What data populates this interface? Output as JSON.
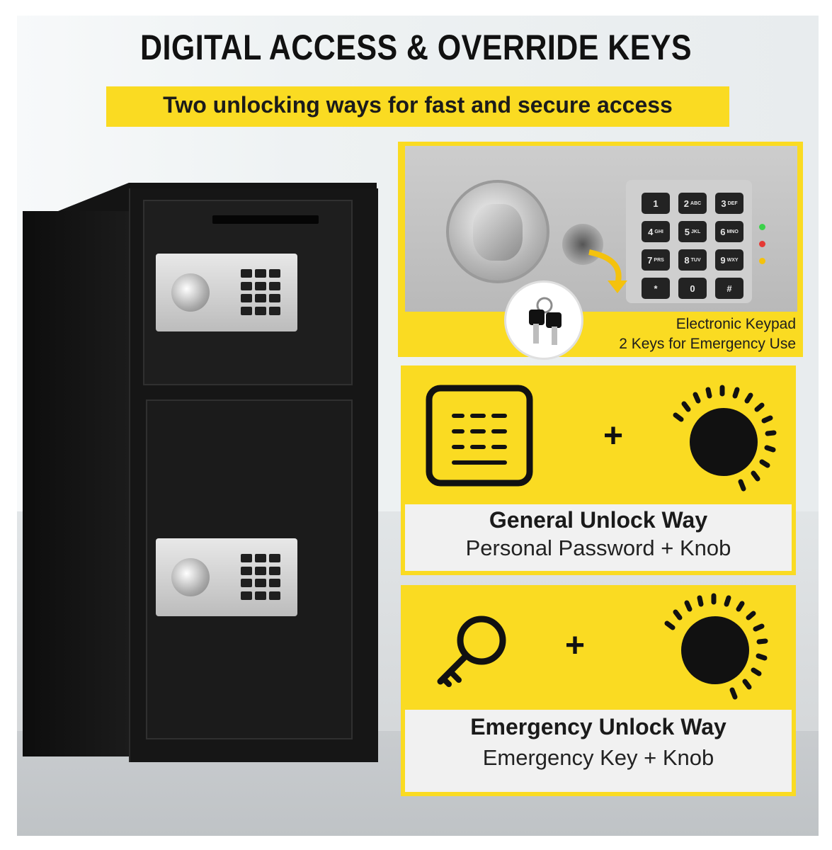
{
  "header": {
    "title": "DIGITAL ACCESS & OVERRIDE KEYS",
    "subtitle": "Two unlocking ways for fast and secure access"
  },
  "keypad_panel": {
    "keys": [
      {
        "num": "1",
        "letters": ""
      },
      {
        "num": "2",
        "letters": "ABC"
      },
      {
        "num": "3",
        "letters": "DEF"
      },
      {
        "num": "4",
        "letters": "GHI"
      },
      {
        "num": "5",
        "letters": "JKL"
      },
      {
        "num": "6",
        "letters": "MNO"
      },
      {
        "num": "7",
        "letters": "PRS"
      },
      {
        "num": "8",
        "letters": "TUV"
      },
      {
        "num": "9",
        "letters": "WXY"
      },
      {
        "num": "*",
        "letters": ""
      },
      {
        "num": "0",
        "letters": ""
      },
      {
        "num": "#",
        "letters": ""
      }
    ],
    "caption_line1": "Electronic Keypad",
    "caption_line2": "2 Keys for Emergency Use"
  },
  "general": {
    "title": "General Unlock Way",
    "subtitle": "Personal Password + Knob",
    "plus": "+",
    "icons": [
      "keypad-icon",
      "knob-icon"
    ]
  },
  "emergency": {
    "title": "Emergency Unlock Way",
    "subtitle": "Emergency Key + Knob",
    "plus": "+",
    "icons": [
      "key-icon",
      "knob-icon"
    ]
  },
  "colors": {
    "accent_yellow": "#fadb22",
    "label_gray": "#f1f1f1",
    "safe_black": "#161616",
    "text_dark": "#111111"
  }
}
